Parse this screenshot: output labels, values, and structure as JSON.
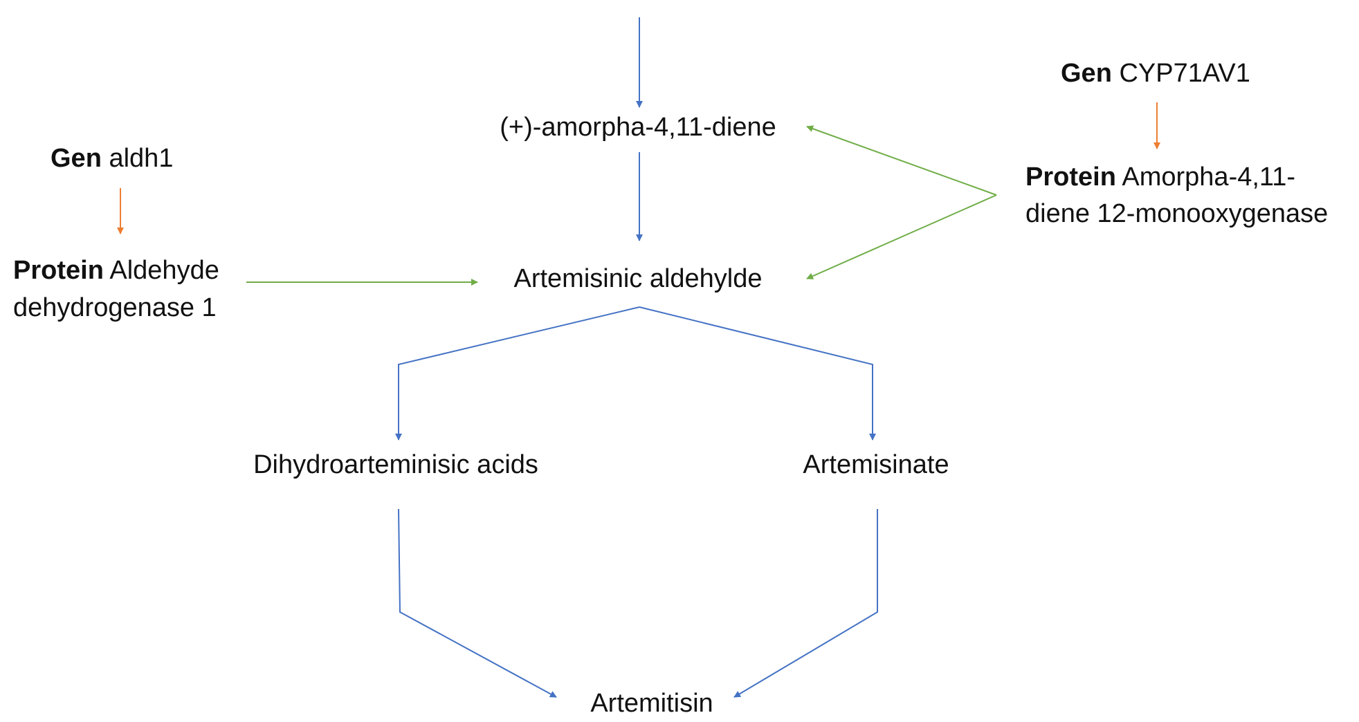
{
  "colors": {
    "pathway": "#4472C4",
    "gene_to_protein": "#ED7D31",
    "enzyme_action": "#70AD47"
  },
  "compounds": {
    "amorphadiene": "(+)-amorpha-4,11-diene",
    "artemisinic_aldehyde": "Artemisinic aldehylde",
    "dihydro_acids": "Dihydroarteminisic acids",
    "artemisinate": "Artemisinate",
    "artemitisin": "Artemitisin"
  },
  "aldh1": {
    "gene_prefix": "Gen",
    "gene_name": "aldh1",
    "protein_prefix": "Protein",
    "protein_line1": "Aldehyde",
    "protein_line2": "dehydrogenase 1"
  },
  "cyp": {
    "gene_prefix": "Gen",
    "gene_name": "CYP71AV1",
    "protein_prefix": "Protein",
    "protein_line1": "Amorpha-4,11-",
    "protein_line2": "diene 12-monooxygenase"
  }
}
